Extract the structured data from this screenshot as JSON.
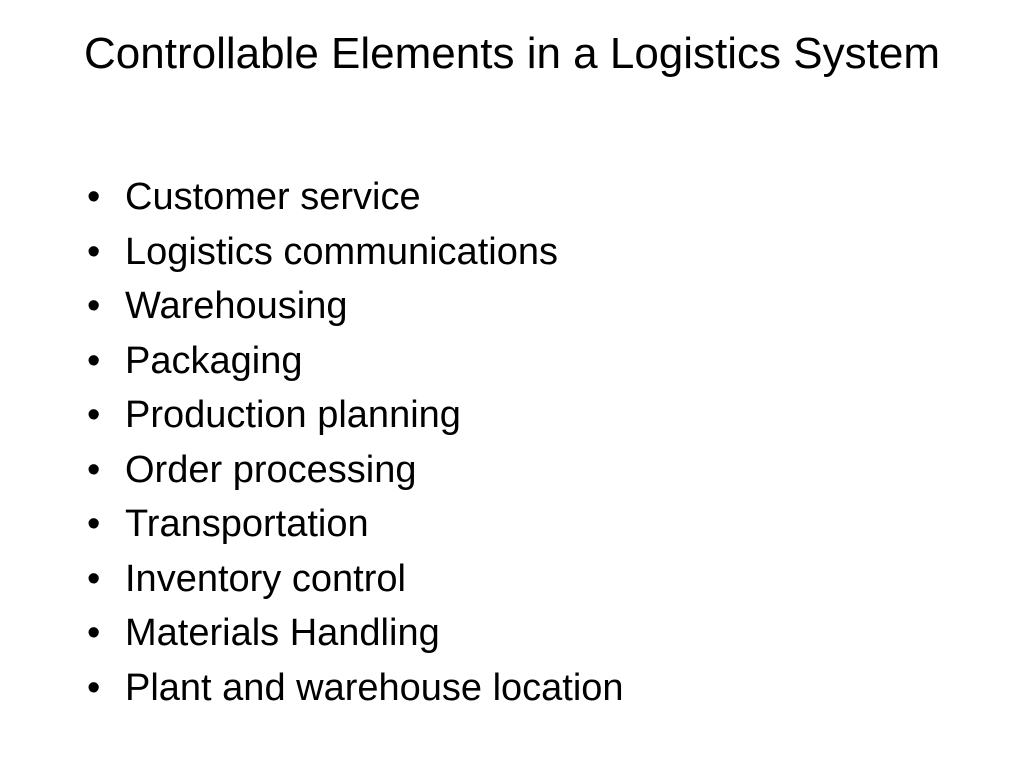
{
  "slide": {
    "title": "Controllable Elements in a Logistics System",
    "bullet_symbol": "•",
    "items": [
      {
        "label": "Customer service"
      },
      {
        "label": "Logistics communications"
      },
      {
        "label": "Warehousing"
      },
      {
        "label": "Packaging"
      },
      {
        "label": "Production planning"
      },
      {
        "label": "Order processing"
      },
      {
        "label": "Transportation"
      },
      {
        "label": "Inventory control"
      },
      {
        "label": "Materials Handling"
      },
      {
        "label": "Plant and warehouse location"
      }
    ]
  },
  "colors": {
    "background": "#ffffff",
    "text": "#000000"
  }
}
